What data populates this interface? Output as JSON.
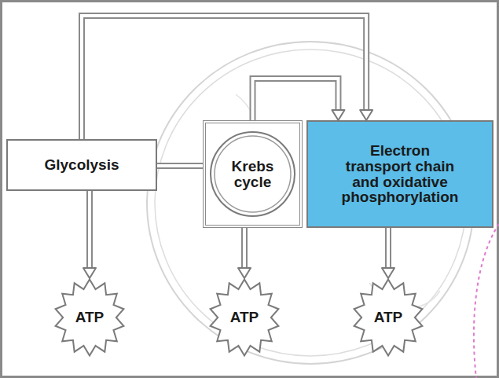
{
  "diagram": {
    "nodes": [
      {
        "text": [
          "Glycolysis"
        ]
      },
      {
        "text": [
          "Krebs cycle"
        ]
      },
      {
        "text": [
          "Electron transport chain and oxidative phosphorylation"
        ]
      },
      {
        "text": [
          "ATP"
        ]
      },
      {
        "text": [
          "ATP"
        ]
      },
      {
        "text": [
          "ATP"
        ]
      }
    ],
    "edges": [
      {
        "from": 0,
        "to": 1,
        "arrow": "none"
      },
      {
        "from": 0,
        "to": 2,
        "arrow": "to"
      },
      {
        "from": 1,
        "to": 2,
        "arrow": "to"
      },
      {
        "from": 0,
        "to": 3,
        "arrow": "to"
      },
      {
        "from": 1,
        "to": 4,
        "arrow": "to"
      },
      {
        "from": 2,
        "to": 5,
        "arrow": "to"
      }
    ]
  }
}
